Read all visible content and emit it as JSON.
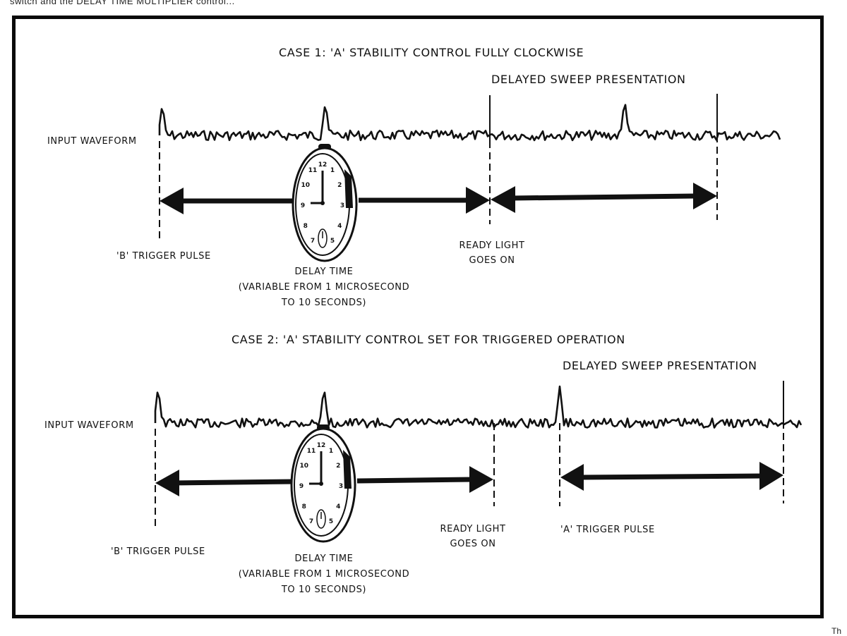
{
  "header_text": "switch and the DELAY TIME MULTIPLIER control...",
  "footer_text": "Th",
  "colors": {
    "ink": "#111111",
    "paper": "#ffffff",
    "frame": "#0a0a0a"
  },
  "cases": [
    {
      "title": "CASE 1:  'A'  STABILITY CONTROL FULLY CLOCKWISE",
      "waveform_label": "INPUT WAVEFORM",
      "sweep_label": "DELAYED SWEEP PRESENTATION",
      "b_trigger_label": "'B'  TRIGGER PULSE",
      "delay_label_lines": [
        "DELAY  TIME",
        "(VARIABLE FROM 1 MICROSECOND",
        "TO  10  SECONDS)"
      ],
      "ready_label_lines": [
        "READY  LIGHT",
        "GOES  ON"
      ],
      "a_trigger_label": null
    },
    {
      "title": "CASE 2:  'A'  STABILITY CONTROL SET FOR TRIGGERED OPERATION",
      "waveform_label": "INPUT WAVEFORM",
      "sweep_label": "DELAYED SWEEP PRESENTATION",
      "b_trigger_label": "'B'  TRIGGER PULSE",
      "delay_label_lines": [
        "DELAY  TIME",
        "(VARIABLE FROM 1 MICROSECOND",
        "TO  10  SECONDS)"
      ],
      "ready_label_lines": [
        "READY  LIGHT",
        "GOES  ON"
      ],
      "a_trigger_label": "'A'  TRIGGER PULSE"
    }
  ],
  "clock": {
    "icon": "stopwatch-icon",
    "numerals": [
      "12",
      "1",
      "2",
      "3",
      "4",
      "5",
      "7",
      "8",
      "9",
      "10",
      "11"
    ],
    "time_shown": "9:00"
  }
}
